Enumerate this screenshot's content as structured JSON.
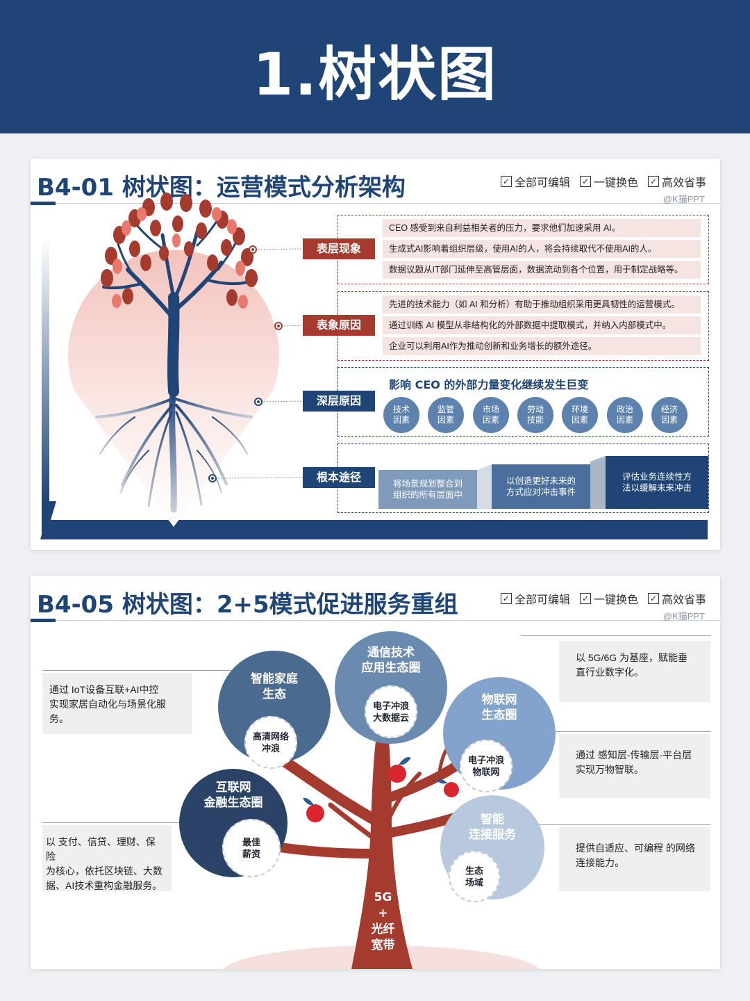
{
  "header": {
    "title": "1.树状图"
  },
  "features": [
    "全部可编辑",
    "一键换色",
    "高效省事"
  ],
  "check_mark": "✓",
  "credit": "@K猫PPT",
  "colors": {
    "navy": "#1f4476",
    "red": "#a53a2f",
    "pink": "#f6e4e2",
    "mid_blue": "#5d82ad"
  },
  "card1": {
    "title": "B4-01  树状图：运营模式分析架构",
    "levels": [
      {
        "label": "表层现象",
        "rows": [
          "CEO 感受到来自利益相关者的压力，要求他们加速采用 AI。",
          "生成式AI影响着组织层级，使用AI的人，将会持续取代不使用AI的人。",
          "数据议题从IT部门延伸至高管层面，数据流动到各个位置，用于制定战略等。"
        ]
      },
      {
        "label": "表象原因",
        "rows": [
          "先进的技术能力（如 AI 和分析）有助于推动组织采用更具韧性的运营模式。",
          "通过训练 AI 模型从非结构化的外部数据中提取模式，并纳入内部模式中。",
          "企业可以利用AI作为推动创新和业务增长的额外途径。"
        ]
      },
      {
        "label": "深层原因",
        "heading": "影响 CEO 的外部力量变化继续发生巨变",
        "factors": [
          [
            "技术",
            "因素"
          ],
          [
            "监管",
            "因素"
          ],
          [
            "市场",
            "因素"
          ],
          [
            "劳动",
            "技能"
          ],
          [
            "环境",
            "因素"
          ],
          [
            "政治",
            "因素"
          ],
          [
            "经济",
            "因素"
          ]
        ]
      },
      {
        "label": "根本途径",
        "steps": [
          [
            "将场景规划整合到",
            "组织的所有层面中"
          ],
          [
            "以创造更好未来的",
            "方式应对冲击事件"
          ],
          [
            "评估业务连续性方",
            "法以缓解未来冲击"
          ]
        ]
      }
    ]
  },
  "card2": {
    "title": "B4-05  树状图：2+5模式促进服务重组",
    "trunk": [
      "5G",
      "+",
      "光纤",
      "宽带"
    ],
    "bubbles": [
      {
        "title": [
          "智能家庭",
          "生态"
        ],
        "inner": [
          "高清网络",
          "冲浪"
        ]
      },
      {
        "title": [
          "通信技术",
          "应用生态圈"
        ],
        "inner": [
          "电子冲浪",
          "大数据云"
        ]
      },
      {
        "title": [
          "物联网",
          "生态圈"
        ],
        "inner": [
          "电子冲浪",
          "物联网"
        ]
      },
      {
        "title": [
          "互联网",
          "金融生态圈"
        ],
        "inner": [
          "最佳",
          "薪资"
        ]
      },
      {
        "title": [
          "智能",
          "连接服务"
        ],
        "inner": [
          "生态",
          "场域"
        ]
      }
    ],
    "descriptions": {
      "left_top": [
        "通过 IoT设备互联+AI中控",
        "实现家居自动化与场景化服",
        "务。"
      ],
      "left_bottom": [
        "以 支付、信贷、理财、保险",
        "为核心，依托区块链、大数",
        "据、AI技术重构金融服务。"
      ],
      "right_top": [
        "以 5G/6G 为基座，赋能垂",
        "直行业数字化。"
      ],
      "right_mid": [
        "通过 感知层-传输层-平台层",
        "实现万物智联。"
      ],
      "right_bottom": [
        "提供自适应、可编程 的网络",
        "连接能力。"
      ]
    }
  }
}
